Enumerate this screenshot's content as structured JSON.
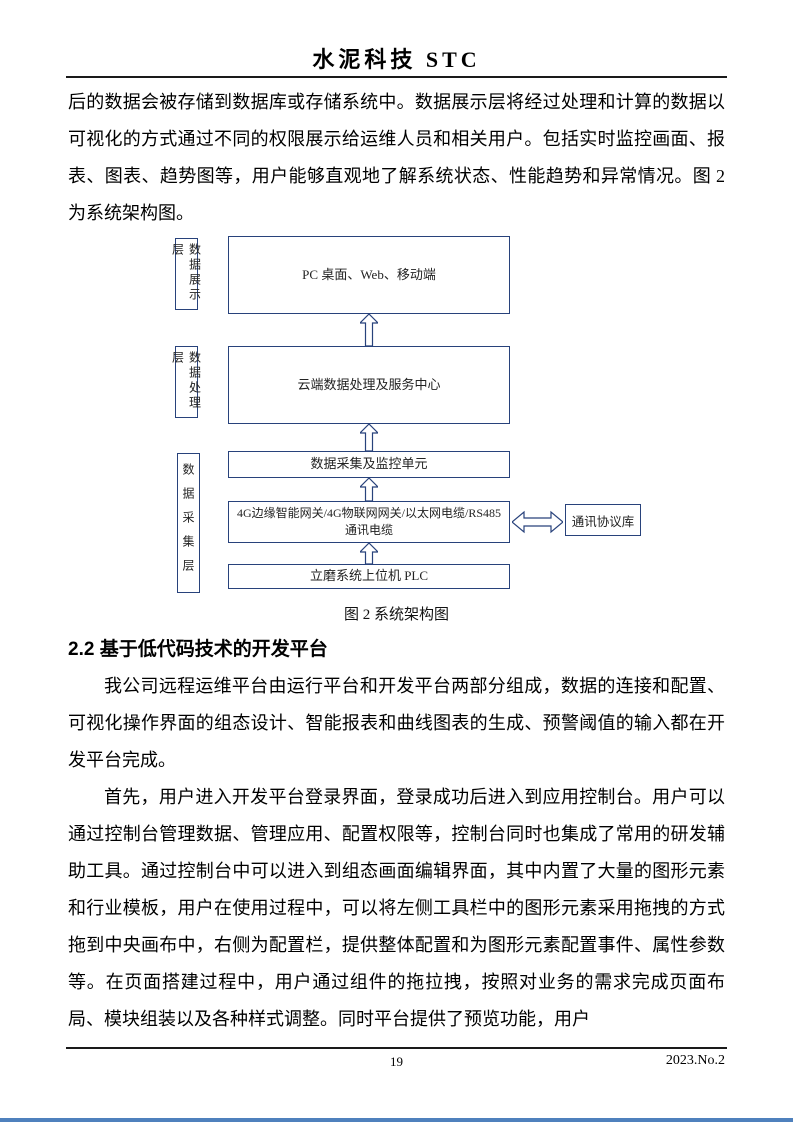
{
  "page": {
    "header": {
      "journal_title": "水泥科技 STC"
    },
    "footer": {
      "page_number": "19",
      "issue": "2023.No.2"
    }
  },
  "article": {
    "paragraph_1": "后的数据会被存储到数据库或存储系统中。数据展示层将经过处理和计算的数据以可视化的方式通过不同的权限展示给运维人员和相关用户。包括实时监控画面、报表、图表、趋势图等，用户能够直观地了解系统状态、性能趋势和异常情况。图 2 为系统架构图。",
    "section_heading": "2.2 基于低代码技术的开发平台",
    "paragraph_2": "我公司远程运维平台由运行平台和开发平台两部分组成，数据的连接和配置、可视化操作界面的组态设计、智能报表和曲线图表的生成、预警阈值的输入都在开发平台完成。",
    "paragraph_3": "首先，用户进入开发平台登录界面，登录成功后进入到应用控制台。用户可以通过控制台管理数据、管理应用、配置权限等，控制台同时也集成了常用的研发辅助工具。通过控制台中可以进入到组态画面编辑界面，其中内置了大量的图形元素和行业模板，用户在使用过程中，可以将左侧工具栏中的图形元素采用拖拽的方式拖到中央画布中，右侧为配置栏，提供整体配置和为图形元素配置事件、属性参数等。在页面搭建过程中，用户通过组件的拖拉拽，按照对业务的需求完成页面布局、模块组装以及各种样式调整。同时平台提供了预览功能，用户"
  },
  "figure": {
    "caption": "图 2  系统架构图",
    "layer_labels": [
      "数据展示层",
      "数据处理层",
      "数据采集层"
    ],
    "boxes": [
      "PC 桌面、Web、移动端",
      "云端数据处理及服务中心",
      "数据采集及监控单元",
      "4G边缘智能网关/4G物联网网关/以太网电缆/RS485通讯电缆",
      "立磨系统上位机 PLC"
    ],
    "side_box": "通讯协议库",
    "line_color": "#28427b"
  }
}
